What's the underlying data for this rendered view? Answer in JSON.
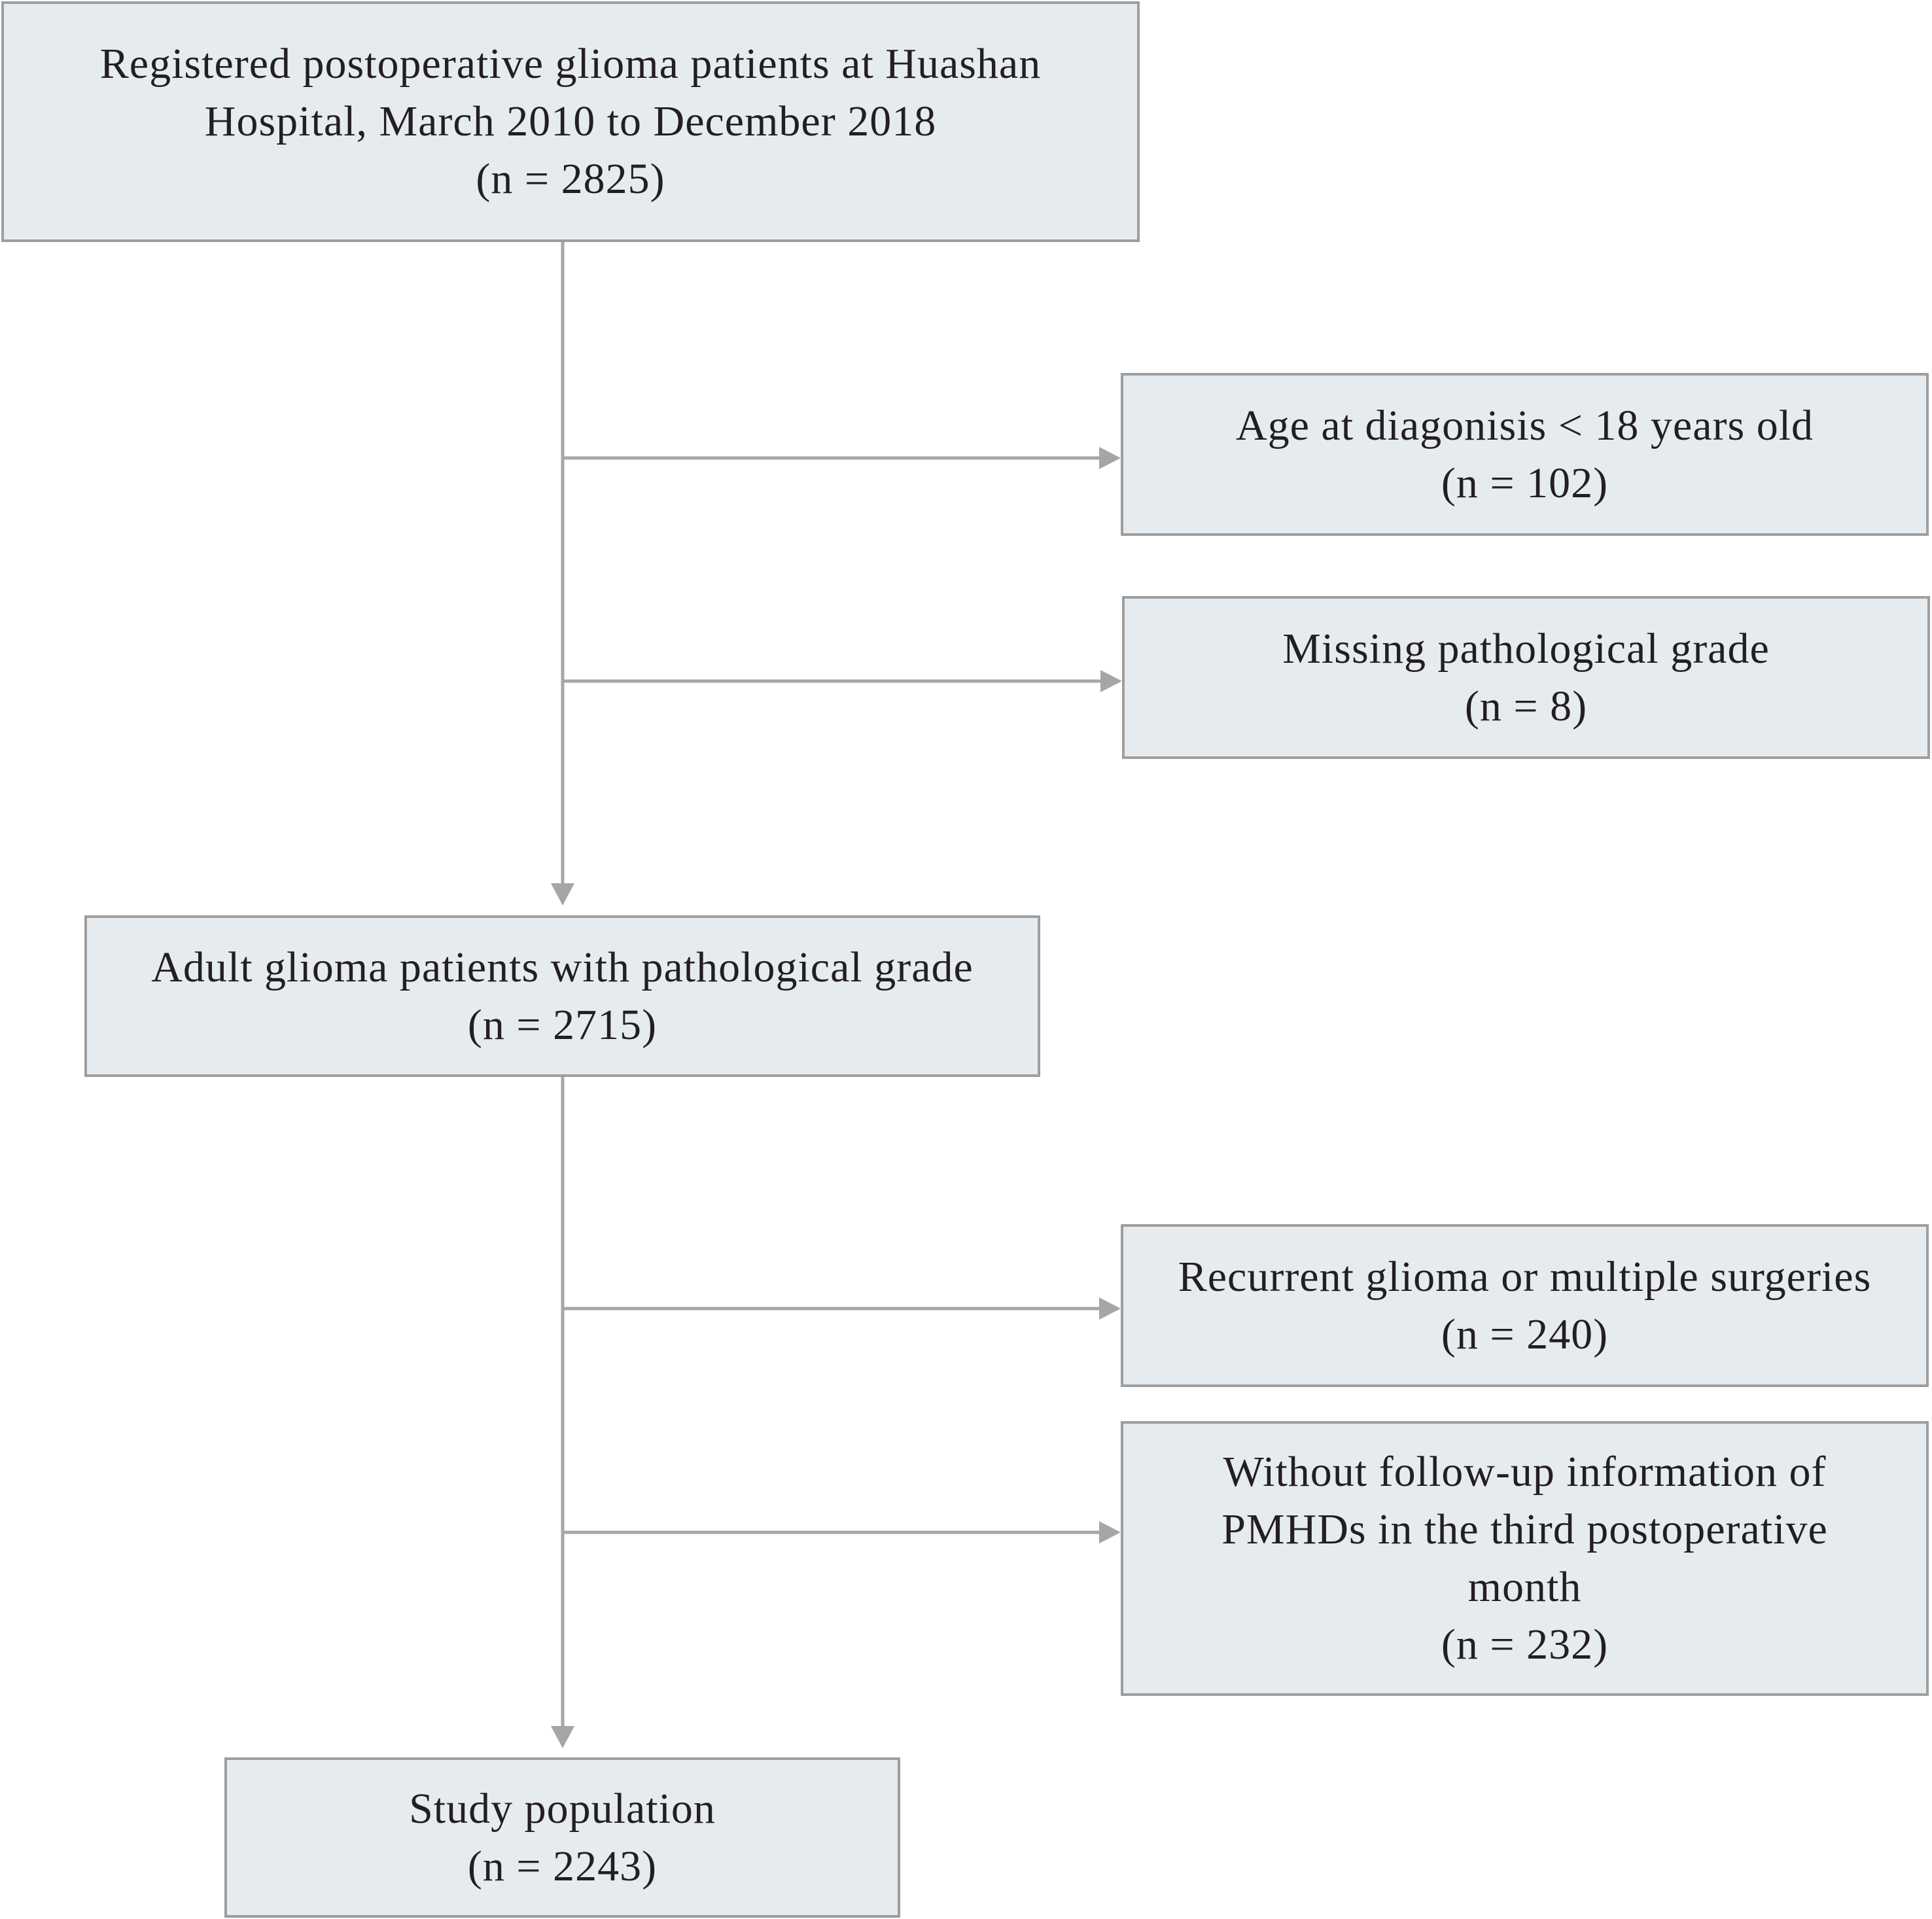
{
  "boxes": {
    "registered": {
      "lines": [
        "Registered postoperative glioma  patients at Huashan",
        "Hospital, March 2010 to December 2018",
        "(n = 2825)"
      ]
    },
    "age": {
      "lines": [
        "Age at diagonisis  <  18 years old",
        "(n = 102)"
      ]
    },
    "missing": {
      "lines": [
        "Missing pathological grade",
        "(n = 8)"
      ]
    },
    "adult": {
      "lines": [
        "Adult glioma patients with pathological grade",
        "(n = 2715)"
      ]
    },
    "recurrent": {
      "lines": [
        "Recurrent glioma or multiple surgeries",
        "(n = 240)"
      ]
    },
    "followup": {
      "lines": [
        "Without follow-up information of",
        "PMHDs in the third postoperative",
        "month",
        "(n = 232)"
      ]
    },
    "study": {
      "lines": [
        "Study population",
        "(n = 2243)"
      ]
    }
  },
  "colors": {
    "box_fill": "#e6ebef",
    "box_border": "#9e9e9e",
    "connector": "#a6a6a6",
    "text": "#231f20"
  }
}
